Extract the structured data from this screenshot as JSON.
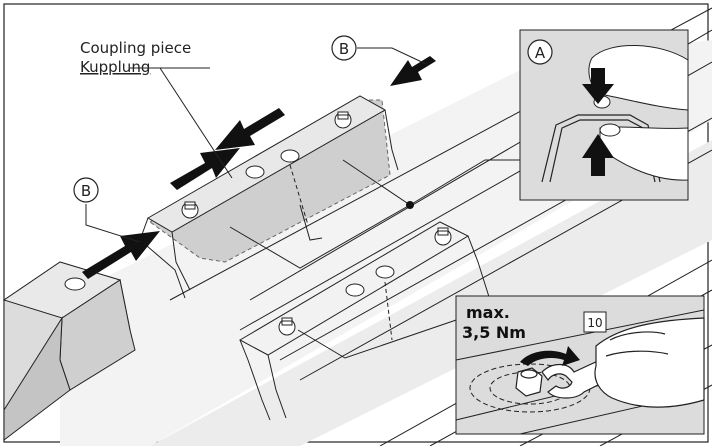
{
  "labels": {
    "coupling_en": "Coupling piece",
    "coupling_de": "Kupplung",
    "marker_b": "B",
    "marker_a": "A",
    "torque_line1": "max.",
    "torque_line2": "3,5 Nm",
    "tool_size": "10"
  },
  "colors": {
    "line": "#222222",
    "rail_fill": "#e6e6e6",
    "rail_shade": "#cfcfcf",
    "coupling_fill": "#cfcfcf",
    "detail_fill": "#dcdcdc",
    "arrow": "#111111"
  }
}
